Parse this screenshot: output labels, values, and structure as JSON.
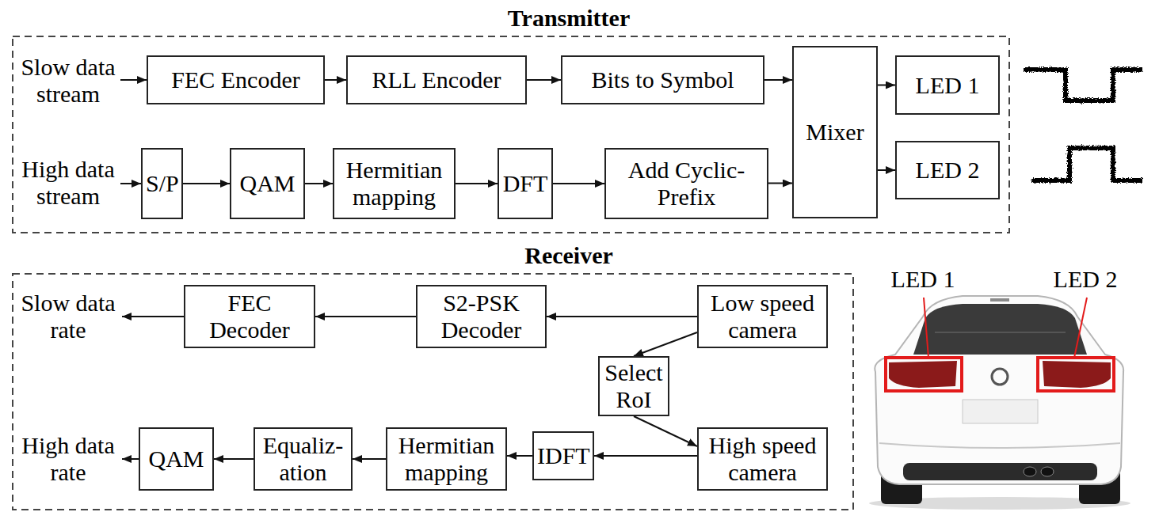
{
  "diagram": {
    "nodes": [
      {
        "text": [
          "Transmitter"
        ]
      },
      {
        "text": [
          "FEC Encoder"
        ],
        "in": 0
      },
      {
        "text": [
          "RLL Encoder"
        ],
        "in": 0
      },
      {
        "text": [
          "Bits to Symbol"
        ],
        "in": 0
      },
      {
        "text": [
          "Mixer"
        ],
        "in": 0
      },
      {
        "text": [
          "LED 1"
        ],
        "in": 0
      },
      {
        "text": [
          "LED 2"
        ],
        "in": 0
      },
      {
        "text": [
          "S/P"
        ],
        "in": 0
      },
      {
        "text": [
          "QAM"
        ],
        "in": 0
      },
      {
        "text": [
          "Hermitian mapping"
        ],
        "in": 0
      },
      {
        "text": [
          "DFT"
        ],
        "in": 0
      },
      {
        "text": [
          "Add Cyclic-Prefix"
        ],
        "in": 0
      },
      {
        "text": [
          "Receiver"
        ]
      },
      {
        "text": [
          "FEC Decoder"
        ],
        "in": 12
      },
      {
        "text": [
          "S2-PSK Decoder"
        ],
        "in": 12
      },
      {
        "text": [
          "Low speed camera"
        ],
        "in": 12
      },
      {
        "text": [
          "Select RoI"
        ],
        "in": 12
      },
      {
        "text": [
          "QAM"
        ],
        "in": 12
      },
      {
        "text": [
          "Equaliz- ation"
        ],
        "in": 12
      },
      {
        "text": [
          "Hermitian mapping"
        ],
        "in": 12
      },
      {
        "text": [
          "IDFT"
        ],
        "in": 12
      },
      {
        "text": [
          "High speed camera"
        ],
        "in": 12
      }
    ],
    "edges": [
      {
        "from": 1,
        "to": 2,
        "arrow": "to"
      },
      {
        "from": 2,
        "to": 3,
        "arrow": "to"
      },
      {
        "from": 3,
        "to": 4,
        "arrow": "to"
      },
      {
        "from": 7,
        "to": 8,
        "arrow": "to"
      },
      {
        "from": 8,
        "to": 9,
        "arrow": "to"
      },
      {
        "from": 9,
        "to": 10,
        "arrow": "to"
      },
      {
        "from": 10,
        "to": 11,
        "arrow": "to"
      },
      {
        "from": 11,
        "to": 4,
        "arrow": "to"
      },
      {
        "from": 4,
        "to": 5,
        "arrow": "to"
      },
      {
        "from": 4,
        "to": 6,
        "arrow": "to"
      },
      {
        "from": 15,
        "to": 14,
        "arrow": "to"
      },
      {
        "from": 14,
        "to": 13,
        "arrow": "to"
      },
      {
        "from": 15,
        "to": 16,
        "arrow": "to"
      },
      {
        "from": 16,
        "to": 21,
        "arrow": "to"
      },
      {
        "from": 21,
        "to": 20,
        "arrow": "to"
      },
      {
        "from": 20,
        "to": 19,
        "arrow": "to"
      },
      {
        "from": 19,
        "to": 18,
        "arrow": "to"
      },
      {
        "from": 18,
        "to": 17,
        "arrow": "to"
      }
    ],
    "labels": [
      "Slow data stream",
      "High data stream",
      "LED 1",
      "LED 2",
      "Slow data rate",
      "High data rate"
    ]
  }
}
